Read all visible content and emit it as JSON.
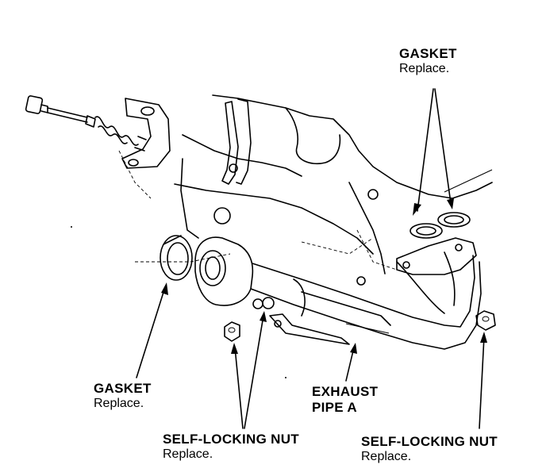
{
  "labels": {
    "gasket_top": {
      "title": "GASKET",
      "note": "Replace."
    },
    "gasket_left": {
      "title": "GASKET",
      "note": "Replace."
    },
    "exhaust_pipe": {
      "line1": "EXHAUST",
      "line2": "PIPE A"
    },
    "nut_left": {
      "title": "SELF-LOCKING NUT",
      "note": "Replace."
    },
    "nut_right": {
      "title": "SELF-LOCKING NUT",
      "note": "Replace."
    }
  },
  "colors": {
    "ink": "#000000",
    "paper": "#ffffff"
  }
}
